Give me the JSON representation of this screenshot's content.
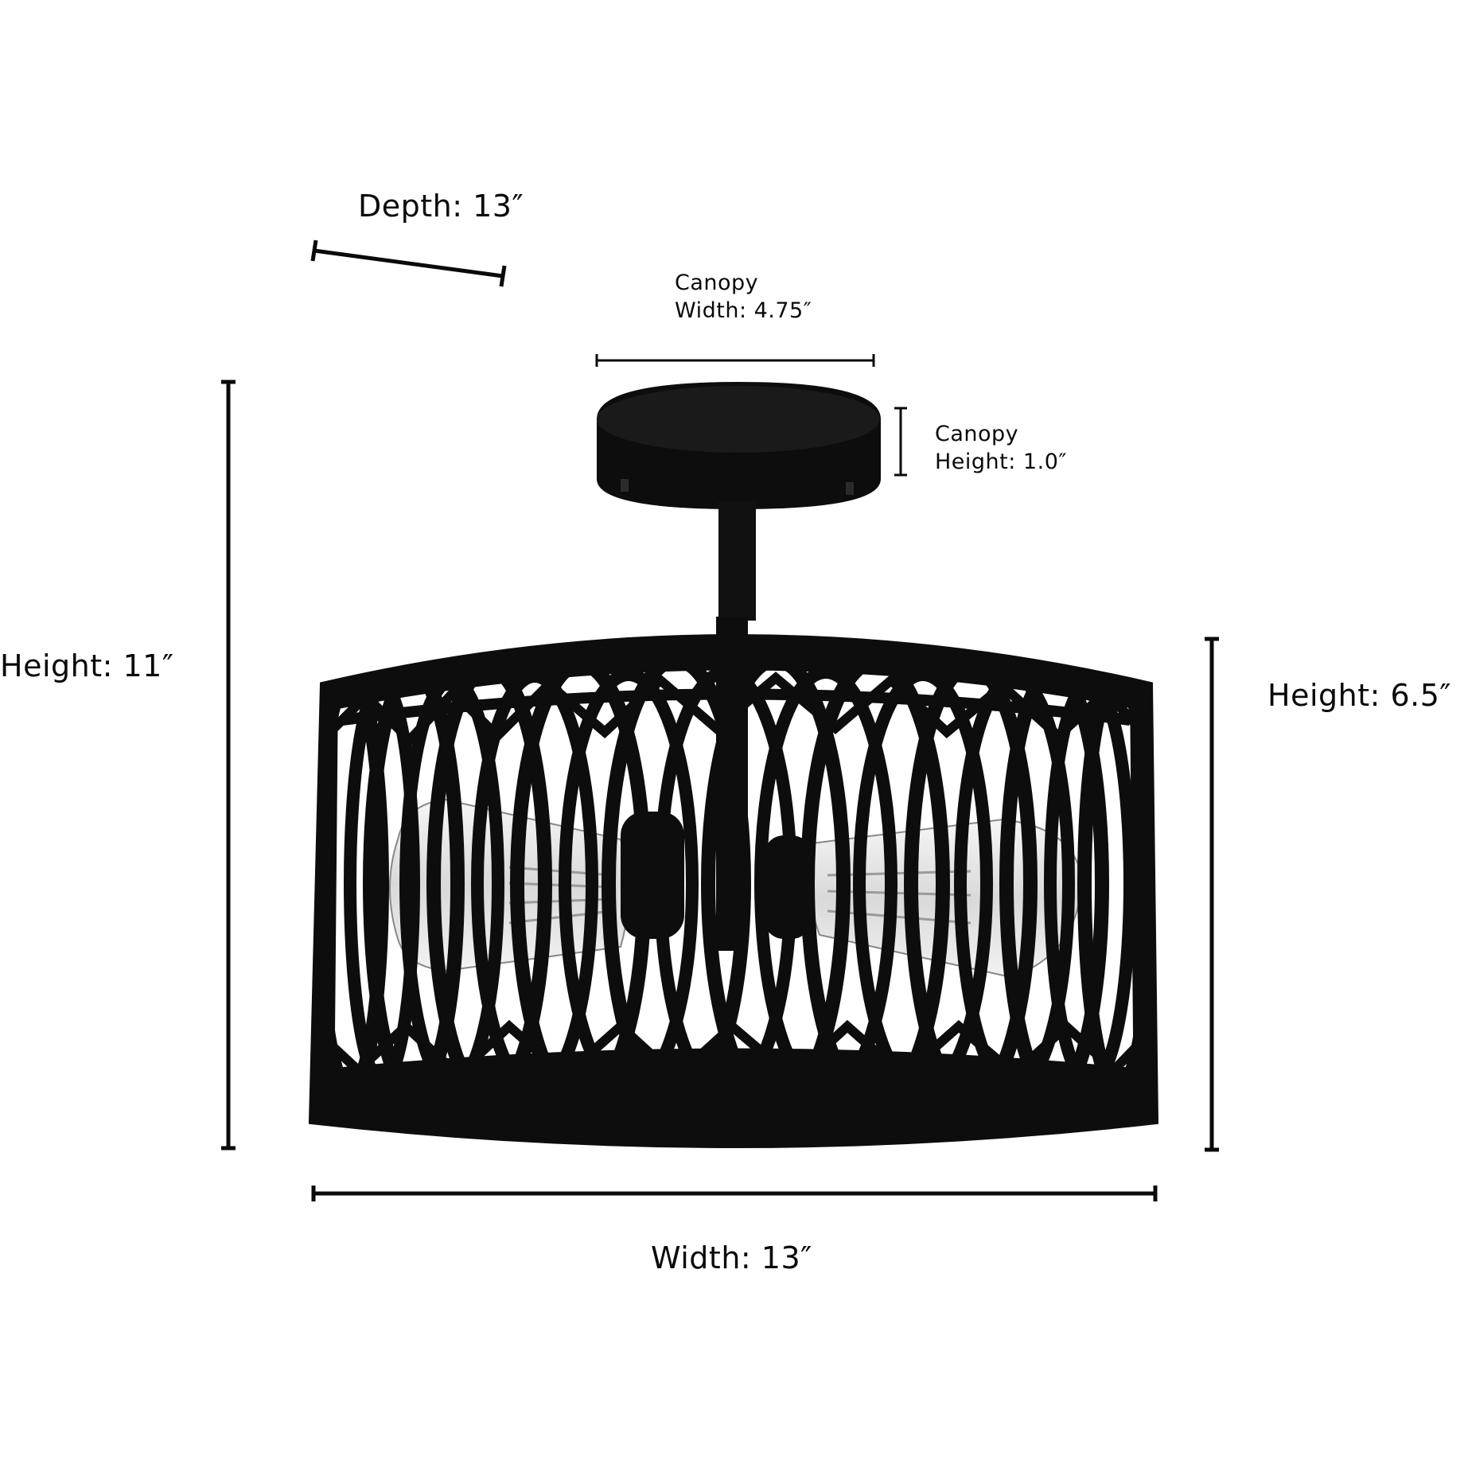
{
  "diagram": {
    "subject": "Semi-flush mount ceiling light with black cut-out cage drum shade and two Edison bulbs",
    "colors": {
      "background": "#ffffff",
      "ink": "#0a0a0a",
      "fixture": "#0d0d0d",
      "glass": "#e8e8e8"
    },
    "dimensions": {
      "depth": {
        "label": "Depth: 13″"
      },
      "canopy_width": {
        "line1": "Canopy",
        "line2": "Width: 4.75″"
      },
      "canopy_height": {
        "line1": "Canopy",
        "line2": "Height: 1.0″"
      },
      "overall_height": {
        "label": "Height: 11″"
      },
      "shade_height": {
        "label": "Height: 6.5″"
      },
      "width": {
        "label": "Width: 13″"
      }
    }
  }
}
